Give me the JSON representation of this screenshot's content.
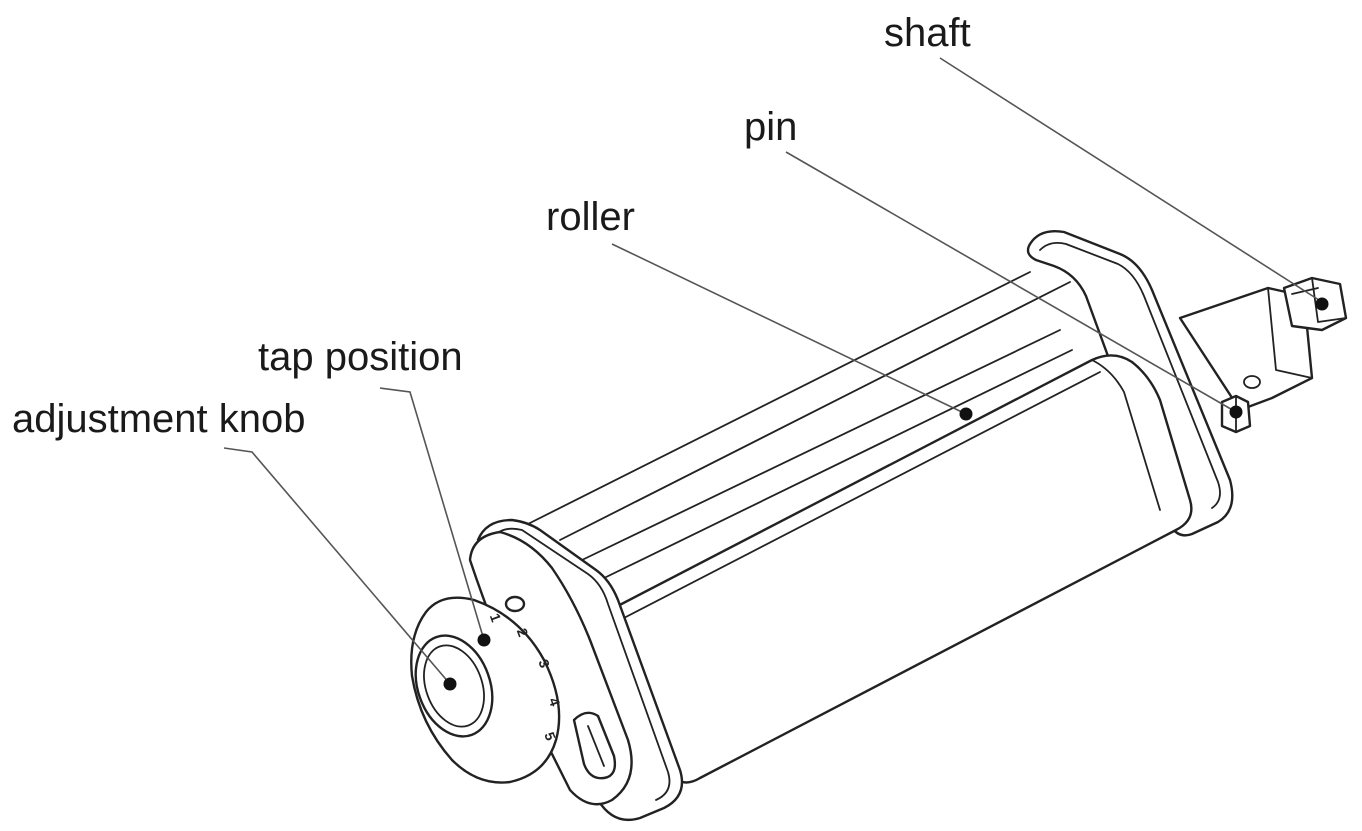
{
  "labels": {
    "shaft": "shaft",
    "pin": "pin",
    "roller": "roller",
    "tap_position": "tap position",
    "adjustment_knob": "adjustment knob"
  },
  "knob_scale": [
    "1",
    "2",
    "3",
    "4",
    "5"
  ],
  "colors": {
    "line": "#222222",
    "leader": "#555555",
    "background": "#ffffff"
  }
}
